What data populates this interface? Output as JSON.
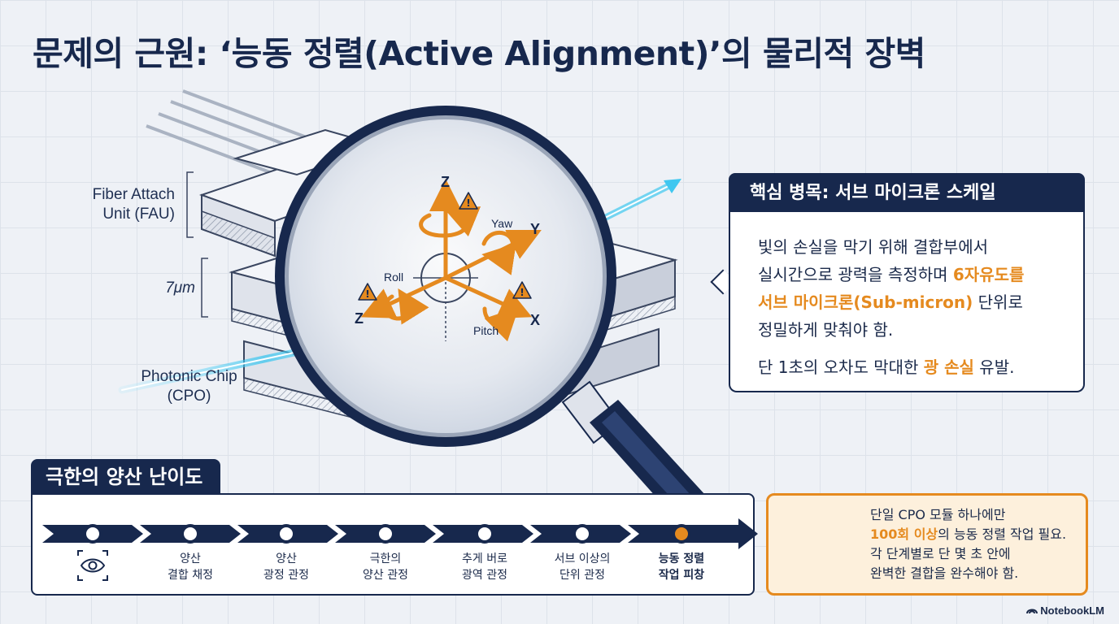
{
  "title": "문제의 근원: ‘능동 정렬(Active Alignment)’의 물리적 장벽",
  "diagram": {
    "fau_label_1": "Fiber Attach",
    "fau_label_2": "Unit (FAU)",
    "thickness_label": "7μm",
    "chip_label_1": "Photonic Chip",
    "chip_label_2": "(CPO)",
    "axes": {
      "z_top": "Z",
      "z_left": "Z",
      "y": "Y",
      "x": "X",
      "yaw": "Yaw",
      "roll": "Roll",
      "pitch": "Pitch"
    }
  },
  "callout": {
    "title": "핵심 병목: 서브 마이크론 스케일",
    "p1_a": "빛의 손실을 막기 위해 결합부에서",
    "p1_b": "실시간으로 광력을 측정하며 ",
    "p1_hl1": "6자유도를",
    "p1_hl2": "서브 마이크론(Sub-micron)",
    "p1_c": " 단위로",
    "p1_d": "정밀하게 맞춰야 함.",
    "p2_a": "단 1초의 오차도 막대한 ",
    "p2_hl": "광 손실",
    "p2_b": " 유발."
  },
  "process": {
    "tab_title": "극한의 양산 난이도",
    "steps": [
      {
        "icon": "eye-scan-icon"
      },
      {
        "line1": "양산",
        "line2": "결합 채정"
      },
      {
        "line1": "양산",
        "line2": "광정 관정"
      },
      {
        "line1": "극한의",
        "line2": "양산 관정"
      },
      {
        "line1": "추게 버로",
        "line2": "광역 관정"
      },
      {
        "line1": "서브 이상의",
        "line2": "단위 관정"
      },
      {
        "line1": "능동 정렬",
        "line2": "작업 피창"
      }
    ]
  },
  "warning": {
    "line1": "단일 CPO 모듈 하나에만",
    "line2_hl": "100회 이상",
    "line2_rest": "의 능동 정렬 작업 필요.",
    "line3": "각 단계별로 단 몇 초 안에",
    "line4": "완벽한 결합을 완수해야 함."
  },
  "brand": "NotebookLM",
  "colors": {
    "navy": "#17284d",
    "accent_orange": "#e58a1f",
    "light_blue": "#3fc7f0",
    "background": "#eef1f6"
  }
}
